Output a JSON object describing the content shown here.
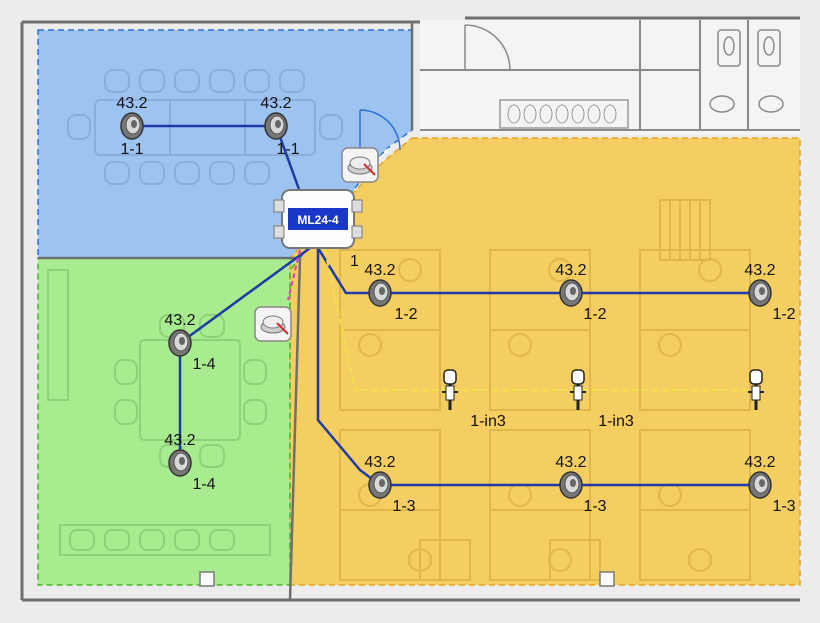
{
  "colors": {
    "zone1": "#9dc3f0",
    "zone2": "#f5ce62",
    "zone3": "#a8ec8f",
    "wire": "#1f3aa6",
    "hub_label_bg": "#1a37c8",
    "input_wire": "#f0e34a",
    "zone_link": "#e23fbf"
  },
  "hub": {
    "label": "ML24-4"
  },
  "hub_port_label": "1",
  "speakers": [
    {
      "id": "s1",
      "value": "43.2",
      "channel": "1-1"
    },
    {
      "id": "s2",
      "value": "43.2",
      "channel": "1-1"
    },
    {
      "id": "s3",
      "value": "43.2",
      "channel": "1-2"
    },
    {
      "id": "s4",
      "value": "43.2",
      "channel": "1-2"
    },
    {
      "id": "s5",
      "value": "43.2",
      "channel": "1-2"
    },
    {
      "id": "s6",
      "value": "43.2",
      "channel": "1-4"
    },
    {
      "id": "s7",
      "value": "43.2",
      "channel": "1-4"
    },
    {
      "id": "s8",
      "value": "43.2",
      "channel": "1-3"
    },
    {
      "id": "s9",
      "value": "43.2",
      "channel": "1-3"
    },
    {
      "id": "s10",
      "value": "43.2",
      "channel": "1-3"
    }
  ],
  "input_devices": [
    {
      "id": "m1",
      "label": "1-in3"
    },
    {
      "id": "m2",
      "label": "1-in3"
    },
    {
      "id": "m3",
      "label": ""
    }
  ],
  "icons": [
    "speaker-icon",
    "volume-knob-icon",
    "microphone-icon",
    "hub-icon",
    "toilet-icon",
    "sink-icon",
    "door-icon"
  ]
}
